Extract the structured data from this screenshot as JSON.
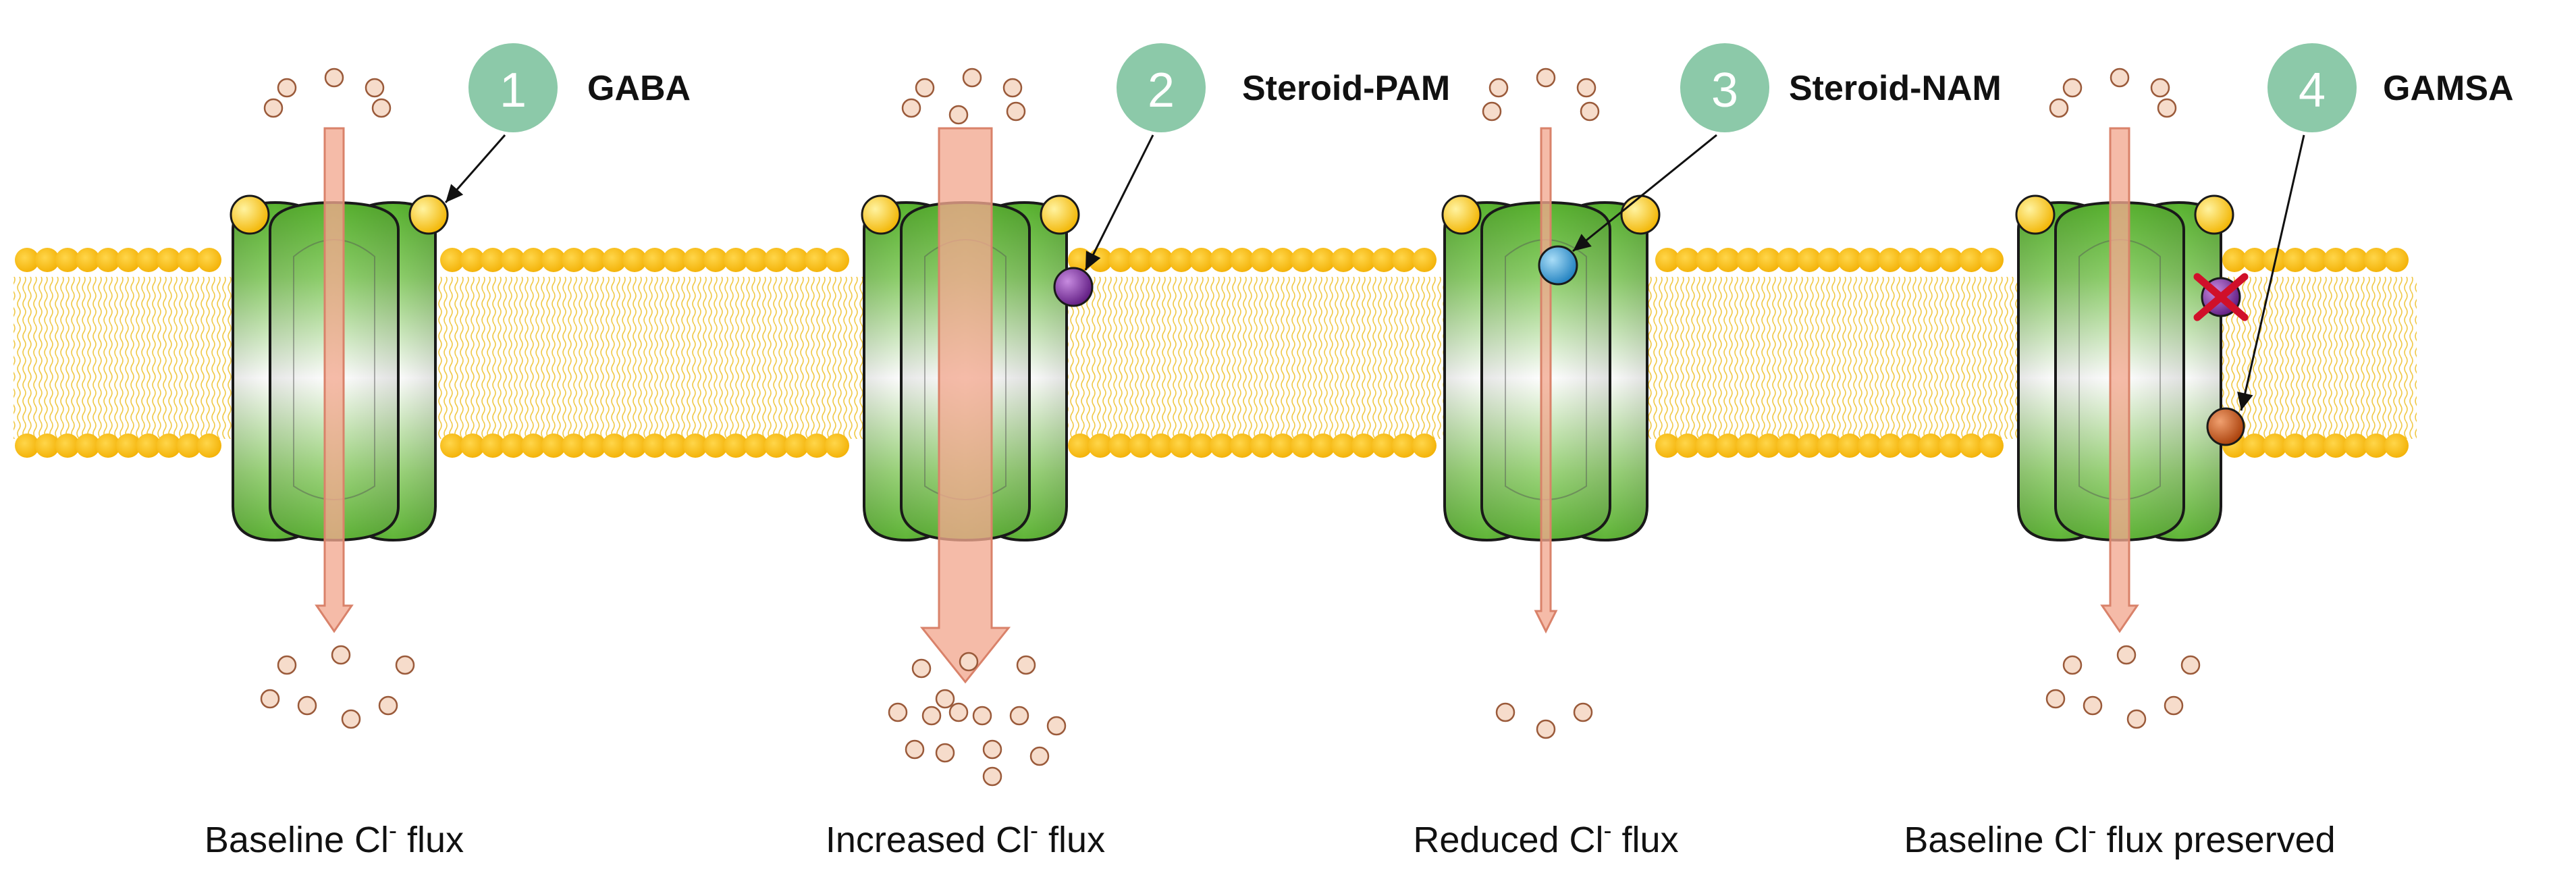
{
  "panels": [
    {
      "number": "1",
      "agent": "GABA",
      "caption_before": "Baseline Cl",
      "caption_sup": "-",
      "caption_after": " flux",
      "flux": "baseline",
      "modulator": "none"
    },
    {
      "number": "2",
      "agent": "Steroid-PAM",
      "caption_before": "Increased Cl",
      "caption_sup": "-",
      "caption_after": " flux",
      "flux": "increased",
      "modulator": "pam"
    },
    {
      "number": "3",
      "agent": "Steroid-NAM",
      "caption_before": "Reduced Cl",
      "caption_sup": "-",
      "caption_after": " flux",
      "flux": "reduced",
      "modulator": "nam"
    },
    {
      "number": "4",
      "agent": "GAMSA",
      "caption_before": "Baseline Cl",
      "caption_sup": "-",
      "caption_after": " flux preserved",
      "flux": "baseline",
      "modulator": "gamsa"
    }
  ],
  "colors": {
    "membrane_head": "#F5B800",
    "membrane_tail": "#F2D46A",
    "receptor_light": "#F4FBEF",
    "receptor_dark": "#6DBF45",
    "badge": "#8CC9A9",
    "arrow": "#F2A890",
    "ion": "#F6DCCB",
    "gaba": "#F5C200",
    "pam": "#7A2A98",
    "nam": "#3A9FD8",
    "gamsa": "#C0520F",
    "block_x": "#D0102A"
  },
  "icons": [
    "ion-dot",
    "gaba-molecule-icon",
    "steroid-pam-icon",
    "steroid-nam-icon",
    "gamsa-icon",
    "blocked-icon"
  ]
}
